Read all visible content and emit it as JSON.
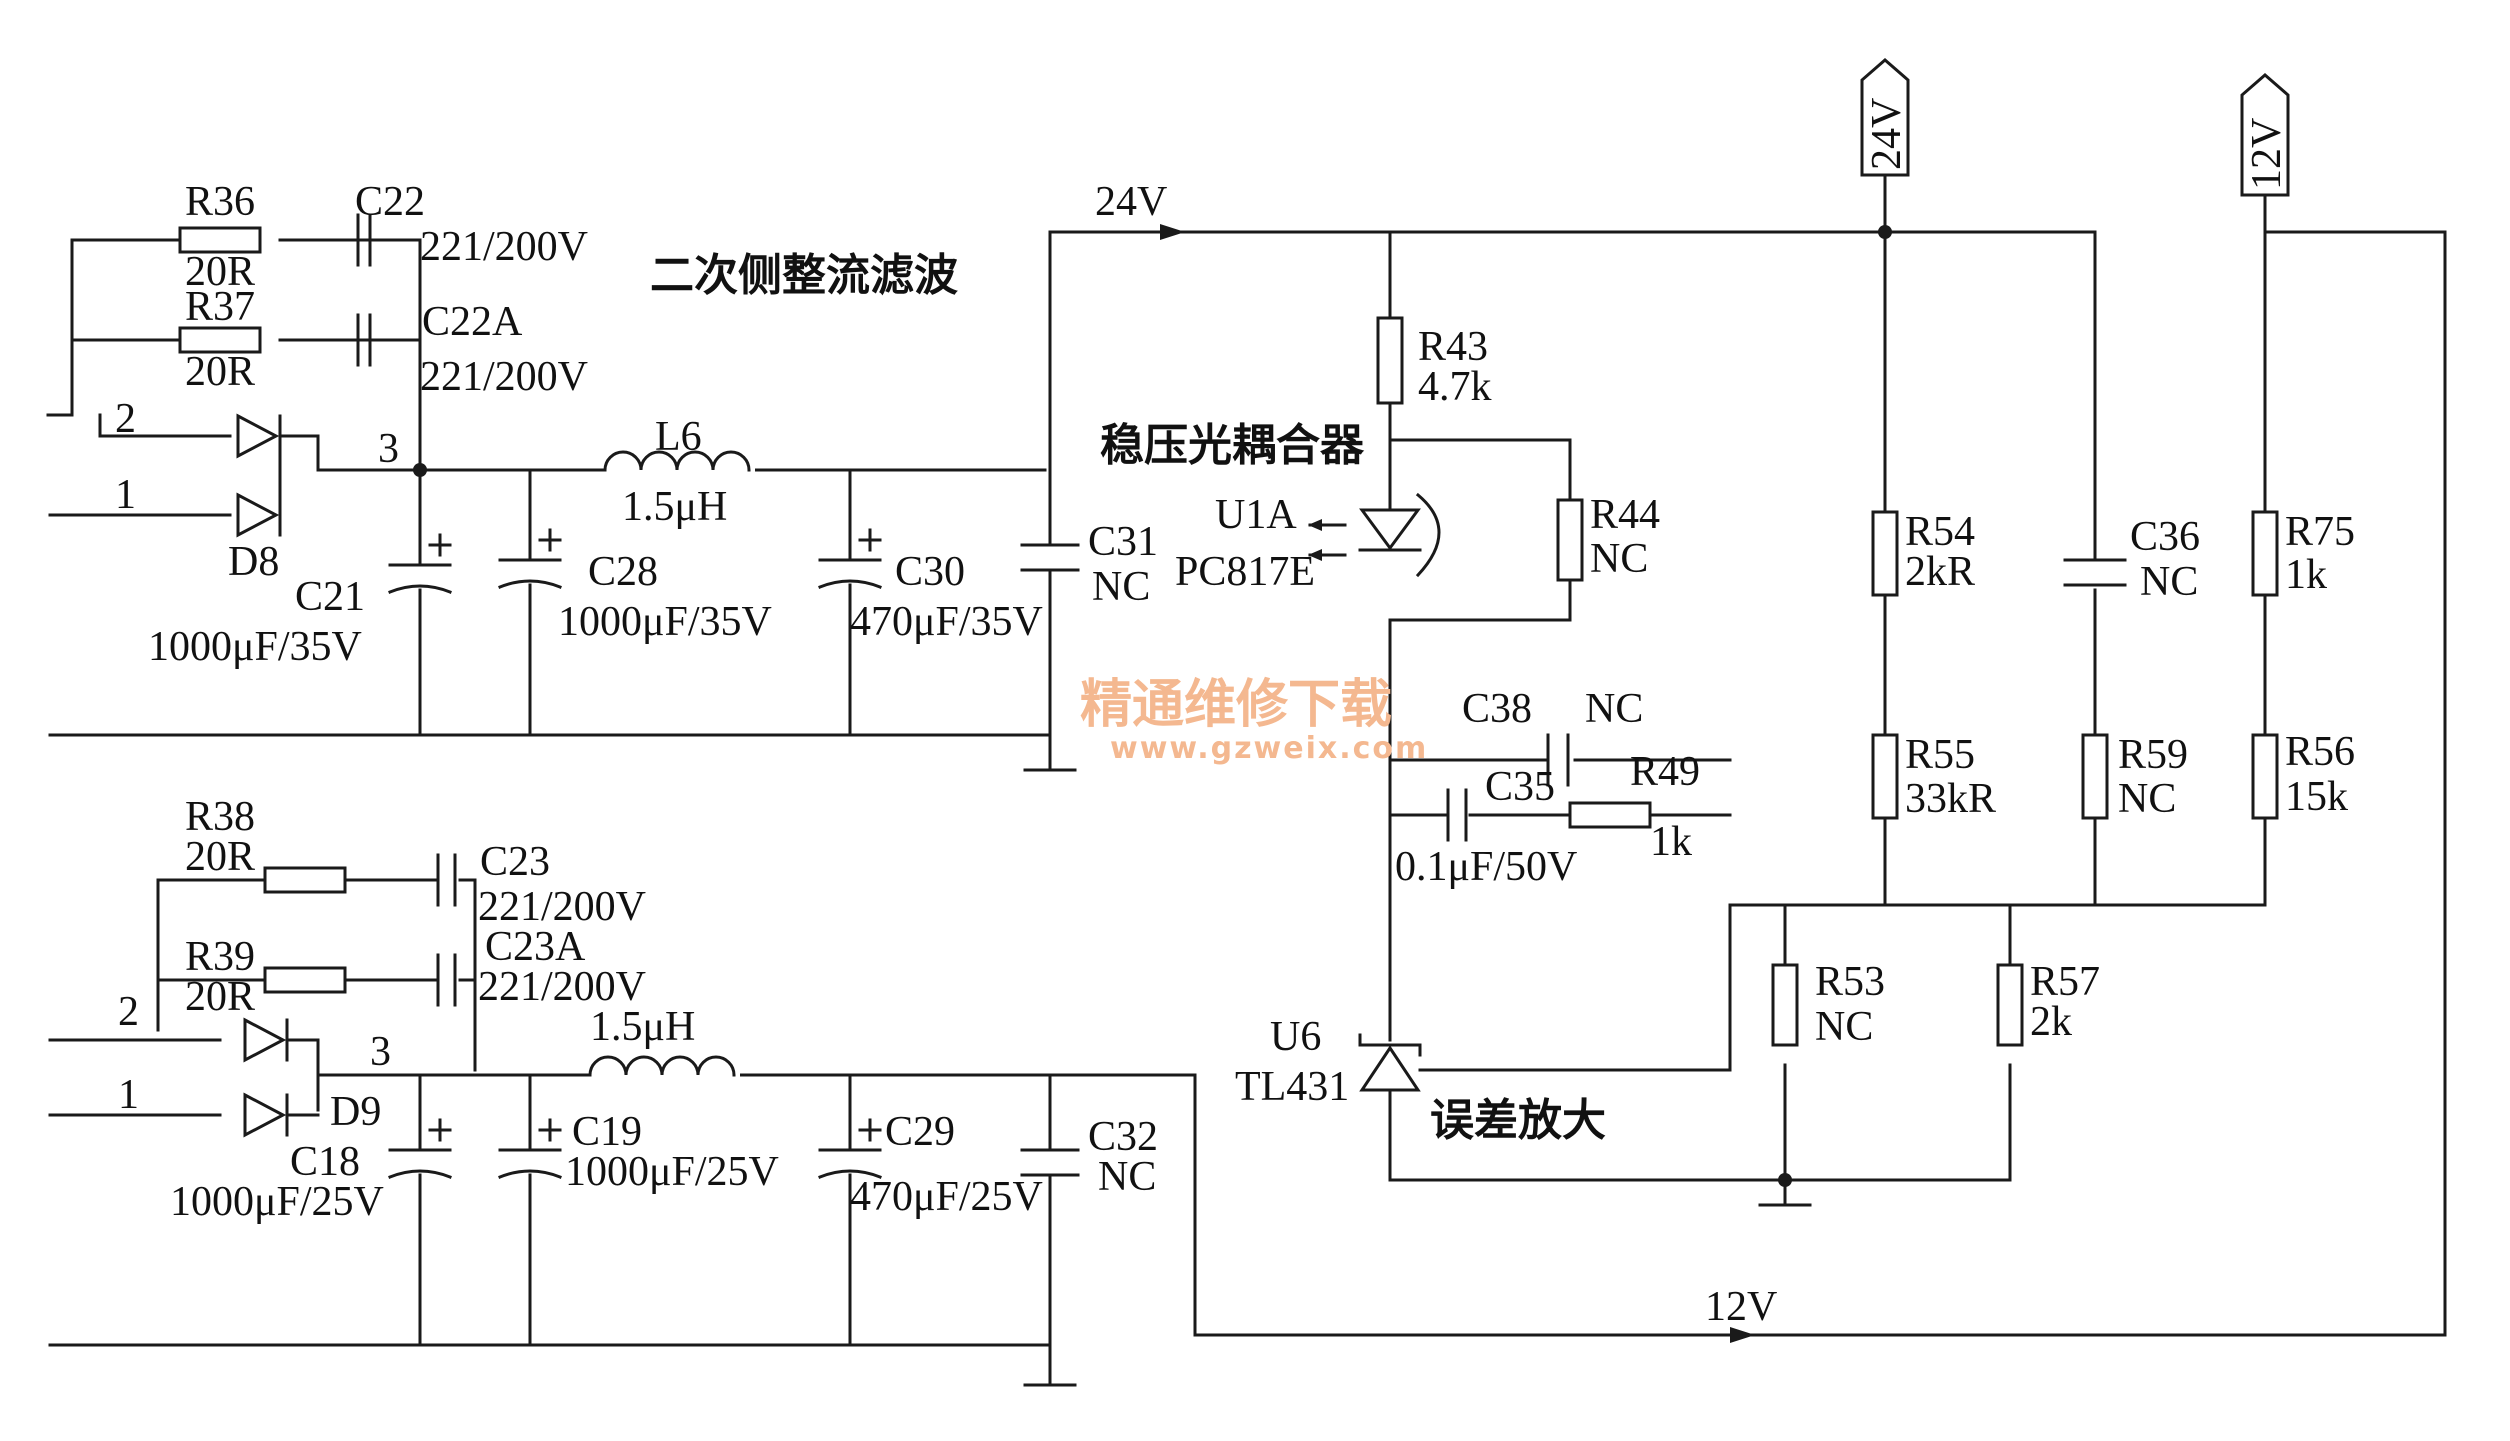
{
  "titles": {
    "secondary_rectifier": "二次侧整流滤波",
    "optocoupler": "稳压光耦合器",
    "error_amp": "误差放大"
  },
  "rails": {
    "v24": "24V",
    "v12": "12V",
    "flag_24": "24V",
    "flag_12": "12V"
  },
  "upper": {
    "r36": {
      "ref": "R36",
      "val": "20R"
    },
    "r37": {
      "ref": "R37",
      "val": "20R"
    },
    "c22": {
      "ref": "C22",
      "val": "221/200V"
    },
    "c22a": {
      "ref": "C22A",
      "val": "221/200V"
    },
    "pin2": "2",
    "pin1": "1",
    "pin3": "3",
    "d8": "D8",
    "c21": {
      "ref": "C21",
      "val": "1000μF/35V"
    },
    "c28": {
      "ref": "C28",
      "val": "1000μF/35V"
    },
    "l6": {
      "ref": "L6",
      "val": "1.5μH"
    },
    "c30": {
      "ref": "C30",
      "val": "470μF/35V"
    },
    "c31": {
      "ref": "C31",
      "val": "NC"
    }
  },
  "lower": {
    "r38": {
      "ref": "R38",
      "val": "20R"
    },
    "r39": {
      "ref": "R39",
      "val": "20R"
    },
    "c23": {
      "ref": "C23",
      "val": "221/200V"
    },
    "c23a": {
      "ref": "C23A",
      "val": "221/200V"
    },
    "pin2": "2",
    "pin1": "1",
    "pin3": "3",
    "d9": "D9",
    "c18": {
      "ref": "C18",
      "val": "1000μF/25V"
    },
    "c19": {
      "ref": "C19",
      "val": "1000μF/25V"
    },
    "l": {
      "val": "1.5μH"
    },
    "c29": {
      "ref": "C29",
      "val": "470μF/25V"
    },
    "c32": {
      "ref": "C32",
      "val": "NC"
    }
  },
  "feedback": {
    "r43": {
      "ref": "R43",
      "val": "4.7k"
    },
    "u1a": {
      "ref": "U1A",
      "part": "PC817E"
    },
    "r44": {
      "ref": "R44",
      "val": "NC"
    },
    "c38": {
      "ref": "C38",
      "val": "NC"
    },
    "c35": {
      "ref": "C35",
      "val": "0.1μF/50V"
    },
    "r49": {
      "ref": "R49",
      "val": "1k"
    },
    "u6": {
      "ref": "U6",
      "part": "TL431"
    },
    "r53": {
      "ref": "R53",
      "val": "NC"
    },
    "r57": {
      "ref": "R57",
      "val": "2k"
    },
    "r54": {
      "ref": "R54",
      "val": "2kR"
    },
    "r55": {
      "ref": "R55",
      "val": "33kR"
    },
    "c36": {
      "ref": "C36",
      "val": "NC"
    },
    "r59": {
      "ref": "R59",
      "val": "NC"
    },
    "r75": {
      "ref": "R75",
      "val": "1k"
    },
    "r56": {
      "ref": "R56",
      "val": "15k"
    }
  },
  "watermark": {
    "cn": "精通维修下载",
    "url": "www.gzweix.com"
  }
}
